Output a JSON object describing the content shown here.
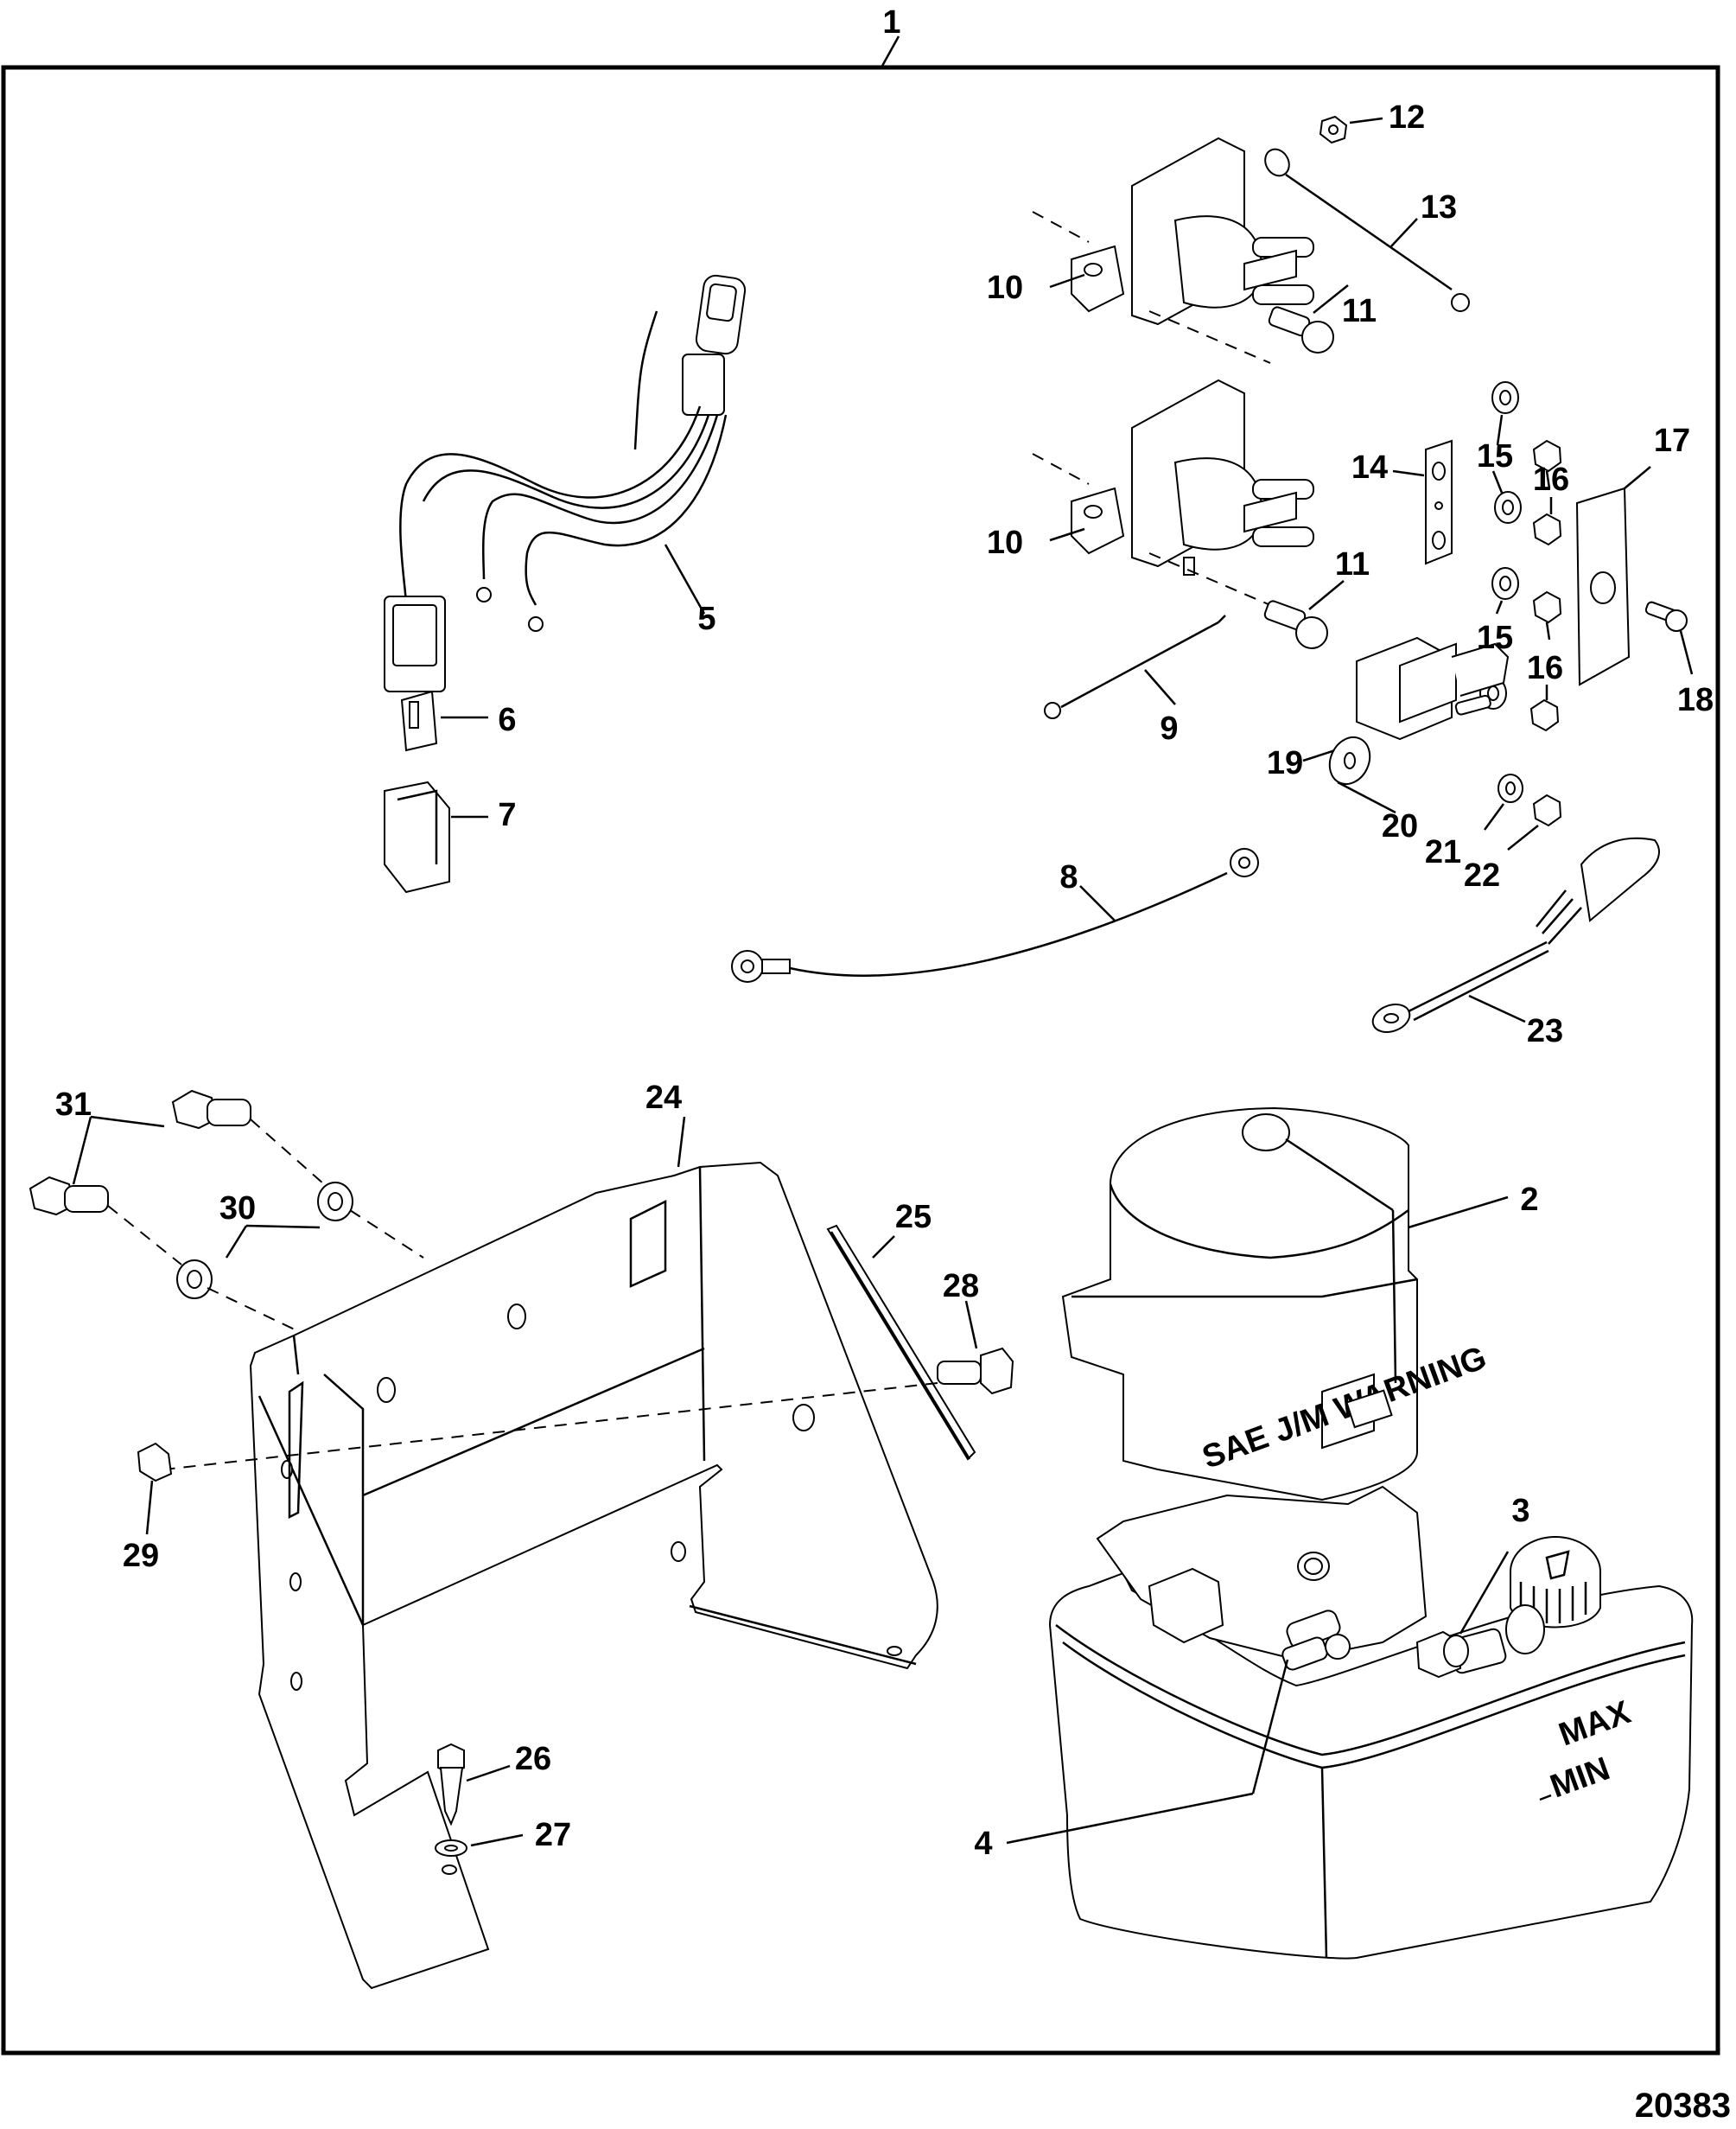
{
  "diagram": {
    "type": "exploded-parts-view",
    "image_id": "20383",
    "callouts": [
      {
        "n": "1",
        "label": "1",
        "part": "power-trim-pump-assembly"
      },
      {
        "n": "2",
        "label": "2",
        "part": "pump-motor"
      },
      {
        "n": "3",
        "label": "3",
        "part": "fitting"
      },
      {
        "n": "4",
        "label": "4",
        "part": "fitting"
      },
      {
        "n": "5",
        "label": "5",
        "part": "wiring-harness"
      },
      {
        "n": "6",
        "label": "6",
        "part": "fuse"
      },
      {
        "n": "7",
        "label": "7",
        "part": "fuse-holder"
      },
      {
        "n": "8",
        "label": "8",
        "part": "ground-lead"
      },
      {
        "n": "9",
        "label": "9",
        "part": "lead"
      },
      {
        "n": "10a",
        "label": "10",
        "part": "solenoid-upper"
      },
      {
        "n": "10b",
        "label": "10",
        "part": "solenoid-lower"
      },
      {
        "n": "11a",
        "label": "11",
        "part": "screw-upper"
      },
      {
        "n": "11b",
        "label": "11",
        "part": "screw-lower"
      },
      {
        "n": "12",
        "label": "12",
        "part": "nut"
      },
      {
        "n": "13",
        "label": "13",
        "part": "lead"
      },
      {
        "n": "14",
        "label": "14",
        "part": "bus-bar"
      },
      {
        "n": "15a",
        "label": "15",
        "part": "lockwasher-upper"
      },
      {
        "n": "15b",
        "label": "15",
        "part": "lockwasher-lower"
      },
      {
        "n": "16a",
        "label": "16",
        "part": "nut-upper"
      },
      {
        "n": "16b",
        "label": "16",
        "part": "nut-lower"
      },
      {
        "n": "17",
        "label": "17",
        "part": "cover"
      },
      {
        "n": "18",
        "label": "18",
        "part": "screw"
      },
      {
        "n": "19",
        "label": "19",
        "part": "circuit-breaker"
      },
      {
        "n": "20",
        "label": "20",
        "part": "washer"
      },
      {
        "n": "21",
        "label": "21",
        "part": "lockwasher"
      },
      {
        "n": "22",
        "label": "22",
        "part": "nut"
      },
      {
        "n": "23",
        "label": "23",
        "part": "battery-cable"
      },
      {
        "n": "24",
        "label": "24",
        "part": "mounting-bracket"
      },
      {
        "n": "25",
        "label": "25",
        "part": "trim-strip"
      },
      {
        "n": "26",
        "label": "26",
        "part": "screw"
      },
      {
        "n": "27",
        "label": "27",
        "part": "washer"
      },
      {
        "n": "28",
        "label": "28",
        "part": "screw"
      },
      {
        "n": "29",
        "label": "29",
        "part": "nut"
      },
      {
        "n": "30",
        "label": "30",
        "part": "lockwasher"
      },
      {
        "n": "31",
        "label": "31",
        "part": "screw"
      }
    ],
    "pump_labels": {
      "max": "MAX",
      "min": "MIN",
      "decal": "SAE J/M WARNING"
    }
  }
}
